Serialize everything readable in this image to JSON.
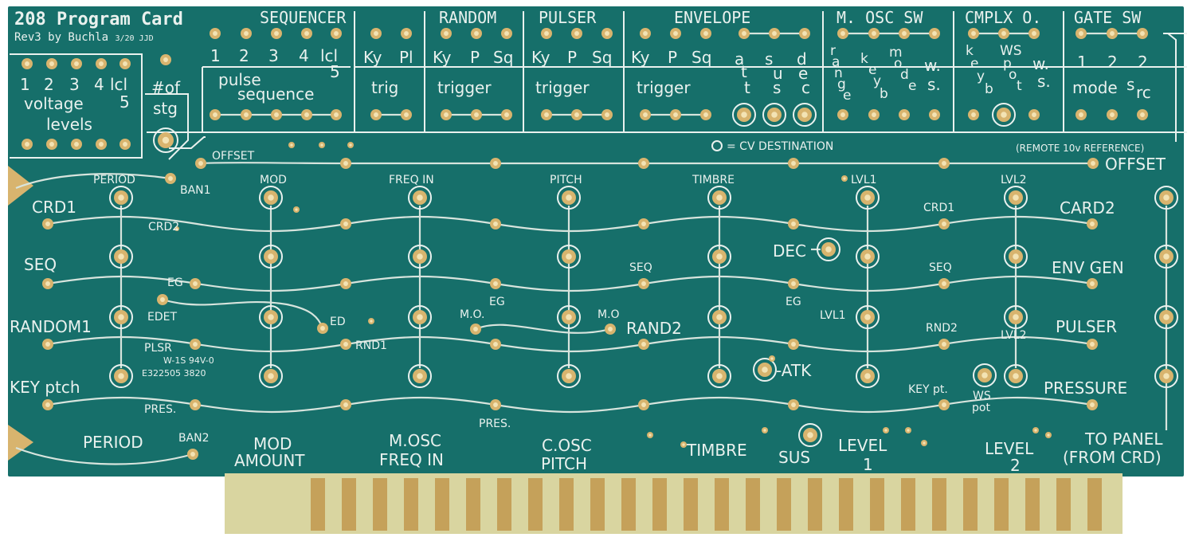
{
  "colors": {
    "board": "#166f6a",
    "silk": "#e9f1ee",
    "pad": "#d8b46e",
    "gold_finger": "#c5a15a",
    "connector": "#d9d5a0"
  },
  "header": {
    "title": "208 Program Card",
    "rev": "Rev3 by Buchla",
    "date": "3/20 JJD"
  },
  "sections": {
    "sequencer": "SEQUENCER",
    "random": "RANDOM",
    "pulser": "PULSER",
    "envelope": "ENVELOPE",
    "mosc_sw": "M. OSC SW",
    "cmplx_o": "CMPLX O.",
    "gate_sw": "GATE SW"
  },
  "voltage": {
    "n1": "1",
    "n2": "2",
    "n3": "3",
    "n4": "4",
    "lcl": "lcl",
    "five": "5",
    "line1": "voltage",
    "line2": "levels"
  },
  "stages": {
    "line1": "#of",
    "line2": "stg"
  },
  "seq": {
    "n1": "1",
    "n2": "2",
    "n3": "3",
    "n4": "4",
    "lcl": "lcl",
    "five": "5",
    "line1": "pulse",
    "line2": "sequence"
  },
  "trig": {
    "ky": "Ky",
    "pl": "Pl",
    "label": "trig"
  },
  "random_sub": {
    "ky": "Ky",
    "p": "P",
    "sq": "Sq",
    "label": "trigger"
  },
  "pulser_sub": {
    "ky": "Ky",
    "p": "P",
    "sq": "Sq",
    "label": "trigger"
  },
  "env_trig": {
    "ky": "Ky",
    "p": "P",
    "sq": "Sq",
    "label": "trigger"
  },
  "env_letters": {
    "a": "a",
    "t1": "t",
    "t2": "t",
    "s1": "s",
    "u": "u",
    "s2": "s",
    "d": "d",
    "e": "e",
    "c": "c"
  },
  "mosc_letters": {
    "r": "r",
    "a": "a",
    "n": "n",
    "g": "g",
    "e": "e",
    "k": "k",
    "e2": "e",
    "y": "y",
    "b": "b",
    "m": "m",
    "o": "o",
    "d": "d",
    "e3": "e",
    "w": "w.",
    "s": "s."
  },
  "cmplx_letters": {
    "k": "k",
    "e": "e",
    "y": "y",
    "b": "b",
    "ws": "WS",
    "p": "p",
    "o": "o",
    "t": "t",
    "w": "w.",
    "s": "s."
  },
  "gate": {
    "n1": "1",
    "n2": "2",
    "n3": "2",
    "mode": "mode",
    "s": "s",
    "rc": "rc"
  },
  "legend": {
    "cv": "= CV DESTINATION",
    "remote": "(REMOTE 10v REFERENCE)"
  },
  "board": {
    "offset_l": "OFFSET",
    "offset_r": "OFFSET",
    "period1": "PERIOD",
    "ban1": "BAN1",
    "mod": "MOD",
    "freq_in": "FREQ IN",
    "pitch": "PITCH",
    "timbre": "TIMBRE",
    "lvl1": "LVL1",
    "lvl2": "LVL2",
    "crd1": "CRD1",
    "crd2": "CRD2",
    "crd1_r": "CRD1",
    "card2": "CARD2",
    "seq": "SEQ",
    "seq_mid": "SEQ",
    "seq_r": "SEQ",
    "dec": "DEC",
    "env_gen": "ENV GEN",
    "eg1": "EG",
    "edet": "EDET",
    "ed": "ED",
    "eg2": "EG",
    "eg3": "EG",
    "random1": "RANDOM1",
    "rnd1": "RND1",
    "mo1": "M.O.",
    "mo2": "M.O",
    "rand2": "RAND2",
    "lvl1_b": "LVL1",
    "rnd2": "RND2",
    "lvl2_b": "LVL2",
    "pulser": "PULSER",
    "plsr": "PLSR",
    "ul1": "W-1S",
    "ul2": "94V-0",
    "ul3": "E322505",
    "ul4": "3820",
    "atk": "-ATK",
    "key_ptch": "KEY ptch",
    "key_pt": "KEY pt.",
    "ws": "WS",
    "pot": "pot",
    "pressure": "PRESSURE",
    "pres1": "PRES.",
    "pres2": "PRES.",
    "period2": "PERIOD",
    "ban2": "BAN2",
    "mod_amount_1": "MOD",
    "mod_amount_2": "AMOUNT",
    "mosc_1": "M.OSC",
    "mosc_2": "FREQ IN",
    "cosc_1": "C.OSC",
    "cosc_2": "PITCH",
    "timbre_b": "TIMBRE",
    "sus": "SUS",
    "level1_1": "LEVEL",
    "level1_2": "1",
    "level2_1": "LEVEL",
    "level2_2": "2",
    "to_panel_1": "TO PANEL",
    "to_panel_2": "(FROM CRD)"
  }
}
